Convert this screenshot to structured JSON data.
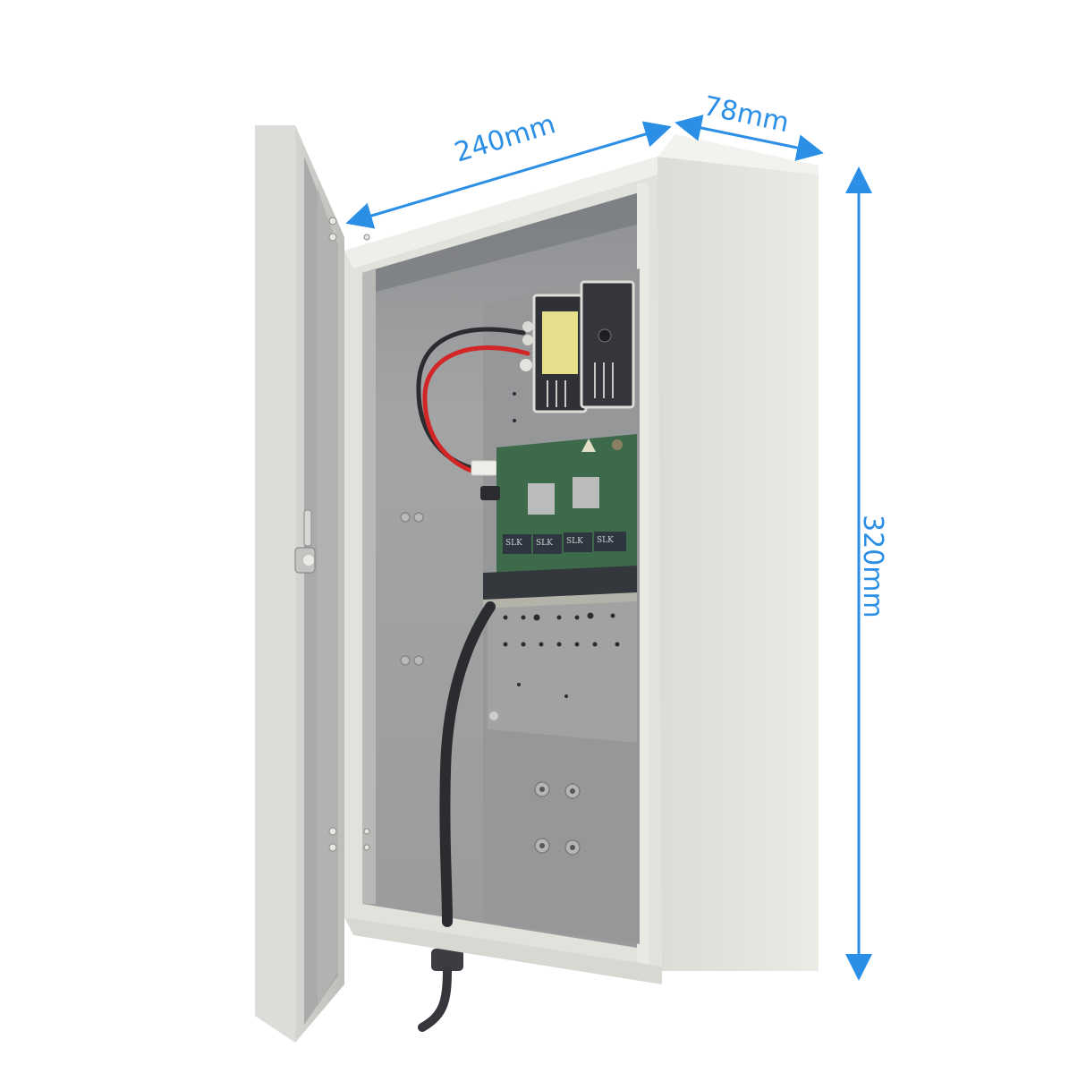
{
  "image": {
    "subject": "Open gray metal wall-mount electrical enclosure with PoE switch board and power supply",
    "background_color": "#ffffff"
  },
  "dimensions": {
    "width": {
      "label": "240mm",
      "value": 240,
      "unit": "mm"
    },
    "depth": {
      "label": "78mm",
      "value": 78,
      "unit": "mm"
    },
    "height": {
      "label": "320mm",
      "value": 320,
      "unit": "mm"
    }
  },
  "colors": {
    "annotation_blue": "#2b8fe6",
    "enclosure_body": "#e4e4df",
    "enclosure_side": "#e9e9e4",
    "door_panel": "#c9c9c6",
    "door_inner": "#a9aaa9",
    "interior_back": "#9a9c9c",
    "interior_dark": "#7c7f83",
    "mount_plate": "#8f9192",
    "pcb_green": "#3e6a4c",
    "heatsink": "#3a3d44",
    "transformer_yellow": "#e5de8a",
    "cable_black": "#2a2c30",
    "wire_red": "#d22626"
  },
  "components": {
    "pcb_chip_labels": [
      "SLK",
      "SLK",
      "SLK",
      "SLK"
    ],
    "door_lock": "cam-lock",
    "cable_exit": "bottom-cable-gland"
  }
}
